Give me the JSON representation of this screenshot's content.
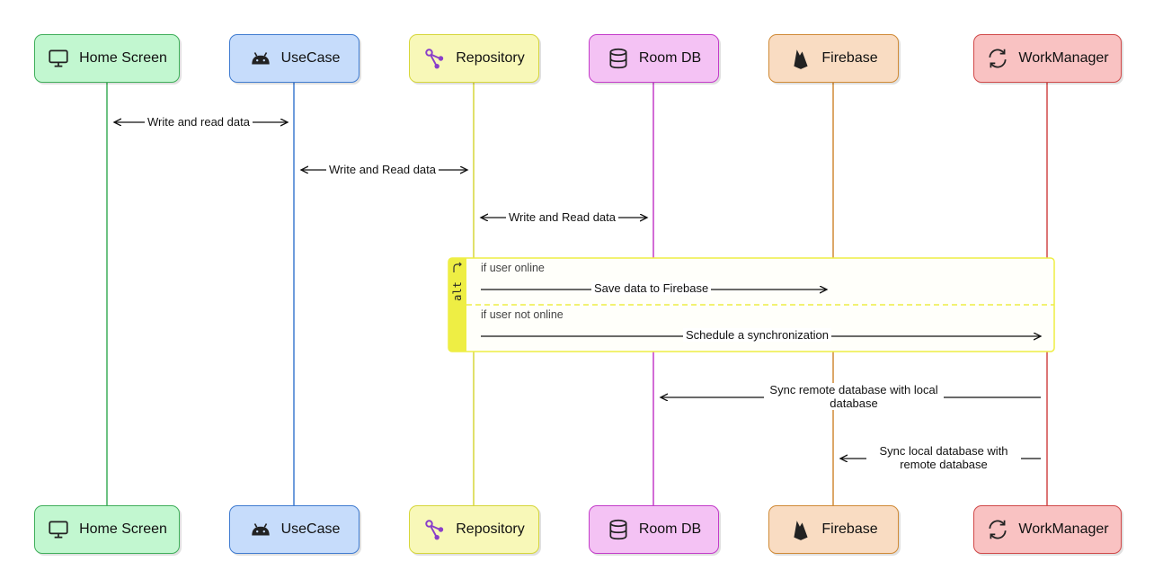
{
  "participants": [
    {
      "label": "Home Screen",
      "icon": "monitor-icon"
    },
    {
      "label": "UseCase",
      "icon": "android-icon"
    },
    {
      "label": "Repository",
      "icon": "git-fork-icon"
    },
    {
      "label": "Room DB",
      "icon": "database-icon"
    },
    {
      "label": "Firebase",
      "icon": "firebase-icon"
    },
    {
      "label": "WorkManager",
      "icon": "sync-icon"
    }
  ],
  "messages": {
    "home_usecase": "Write and read data",
    "usecase_repo": "Write and Read data",
    "repo_room": "Write and Read data",
    "save_firebase": "Save data to Firebase",
    "schedule_sync": "Schedule a synchronization",
    "sync_remote_local": "Sync remote database with local database",
    "sync_local_remote": "Sync local database with remote database"
  },
  "alt_block": {
    "keyword": "alt",
    "cond_online": "if user online",
    "cond_offline": "if user not online"
  },
  "colors": {
    "home": "#3fae5a",
    "usecase": "#3f7bd0",
    "repository": "#d6d63a",
    "room": "#c33bc9",
    "firebase": "#d08a36",
    "workmanager": "#d04848",
    "alt_border": "#eeee44"
  }
}
